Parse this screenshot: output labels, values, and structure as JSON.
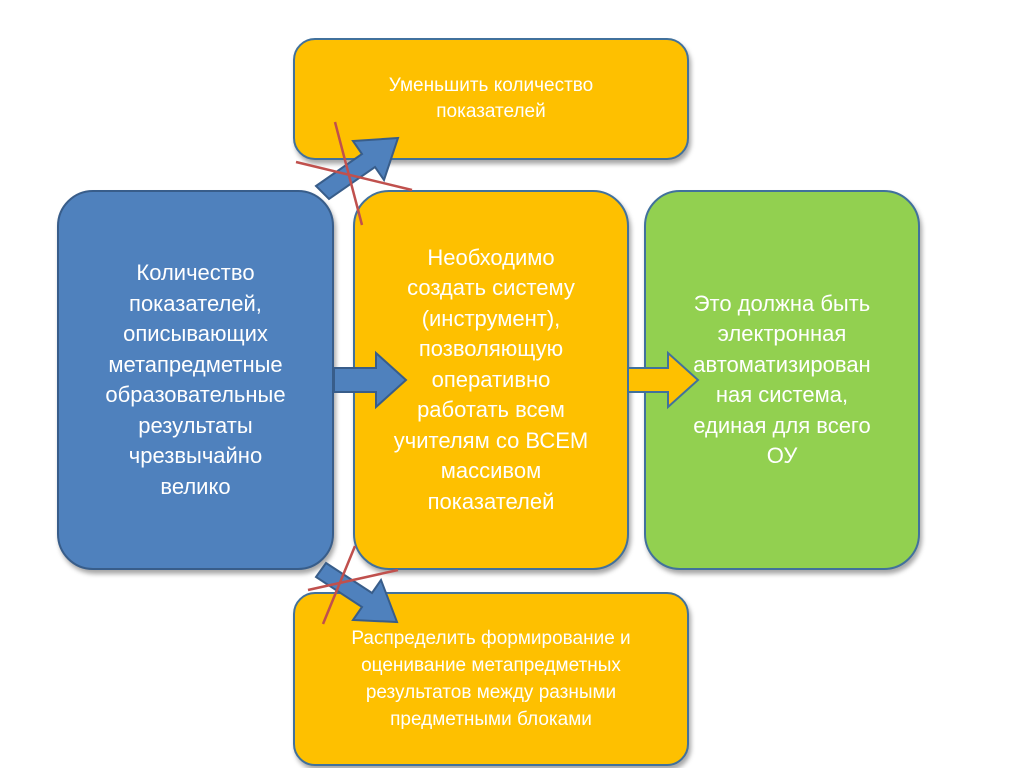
{
  "boxes": {
    "top": "Уменьшить количество\nпоказателей",
    "left": "Количество\nпоказателей,\nописывающих\nметапредметные\nобразовательные\nрезультаты\nчрезвычайно\nвелико",
    "center": "Необходимо\nсоздать  систему\n(инструмент),\nпозволяющую\nоперативно\nработать всем\nучителям со ВСЕМ\nмассивом\nпоказателей",
    "right": "Это должна быть\nэлектронная\nавтоматизирован\nная система,\nединая для всего\nОУ",
    "bottom": "Распределить формирование и\nоценивание  метапредметных\nрезультатов между разными\nпредметными блоками"
  },
  "colors": {
    "blue": "#4f81bd",
    "orange": "#fec000",
    "green": "#92d050",
    "cross": "#c0504d"
  }
}
